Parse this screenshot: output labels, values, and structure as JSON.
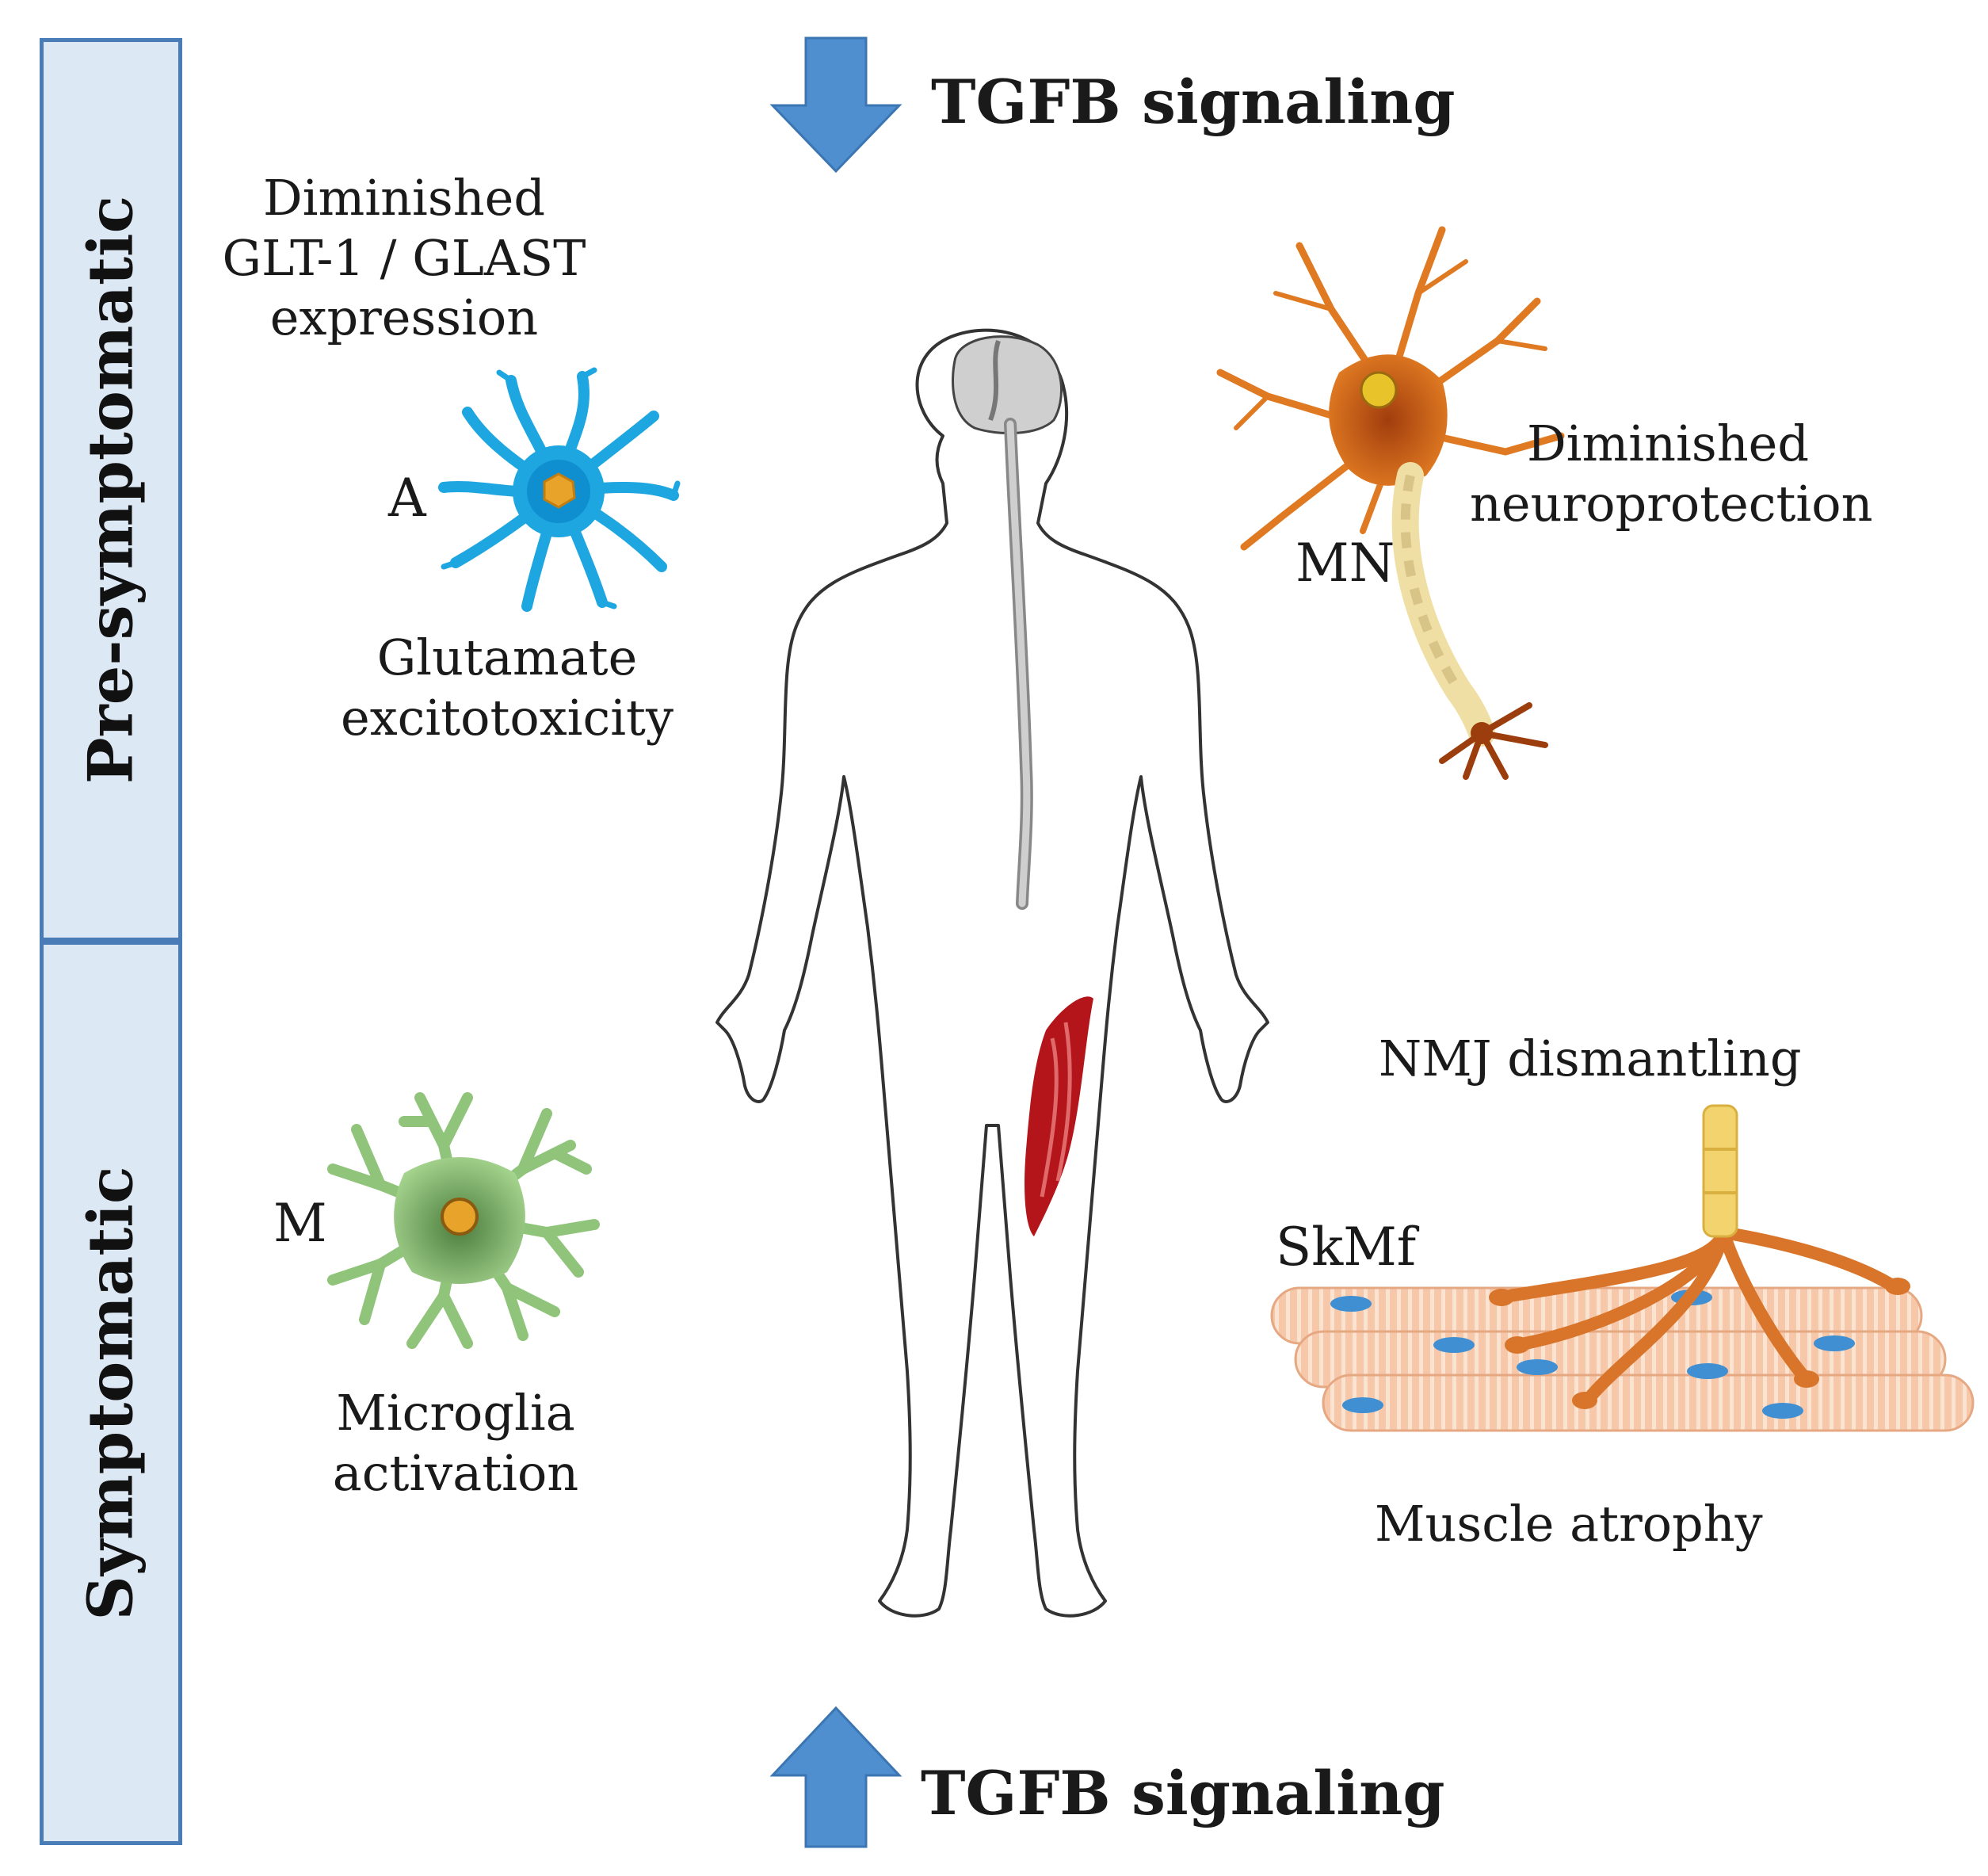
{
  "stages": {
    "pre": "Pre-symptomatic",
    "symptomatic": "Symptomatic"
  },
  "signals": {
    "top_label": "TGFB signaling",
    "bottom_label": "TGFB signaling"
  },
  "astrocyte": {
    "letter": "A",
    "caption_top": [
      "Diminished",
      "GLT-1 / GLAST",
      "expression"
    ],
    "caption_bottom": [
      "Glutamate",
      "excitotoxicity"
    ]
  },
  "motor_neuron": {
    "letter": "MN",
    "caption": [
      "Diminished",
      "neuroprotection"
    ]
  },
  "microglia": {
    "letter": "M",
    "caption": [
      "Microglia",
      "activation"
    ]
  },
  "muscle": {
    "letter": "SkMf",
    "caption_top": "NMJ dismantling",
    "caption_bottom": "Muscle atrophy"
  },
  "colors": {
    "arrow": "#4f8fcf",
    "stage_bg": "#dde8f5",
    "stage_border": "#4a7cb8",
    "astrocyte": "#1ea6e0",
    "neuron": "#e07a22",
    "microglia": "#8fc47a",
    "muscle": "#f6c7a8",
    "muscle_nuclei": "#3f8fd2"
  }
}
